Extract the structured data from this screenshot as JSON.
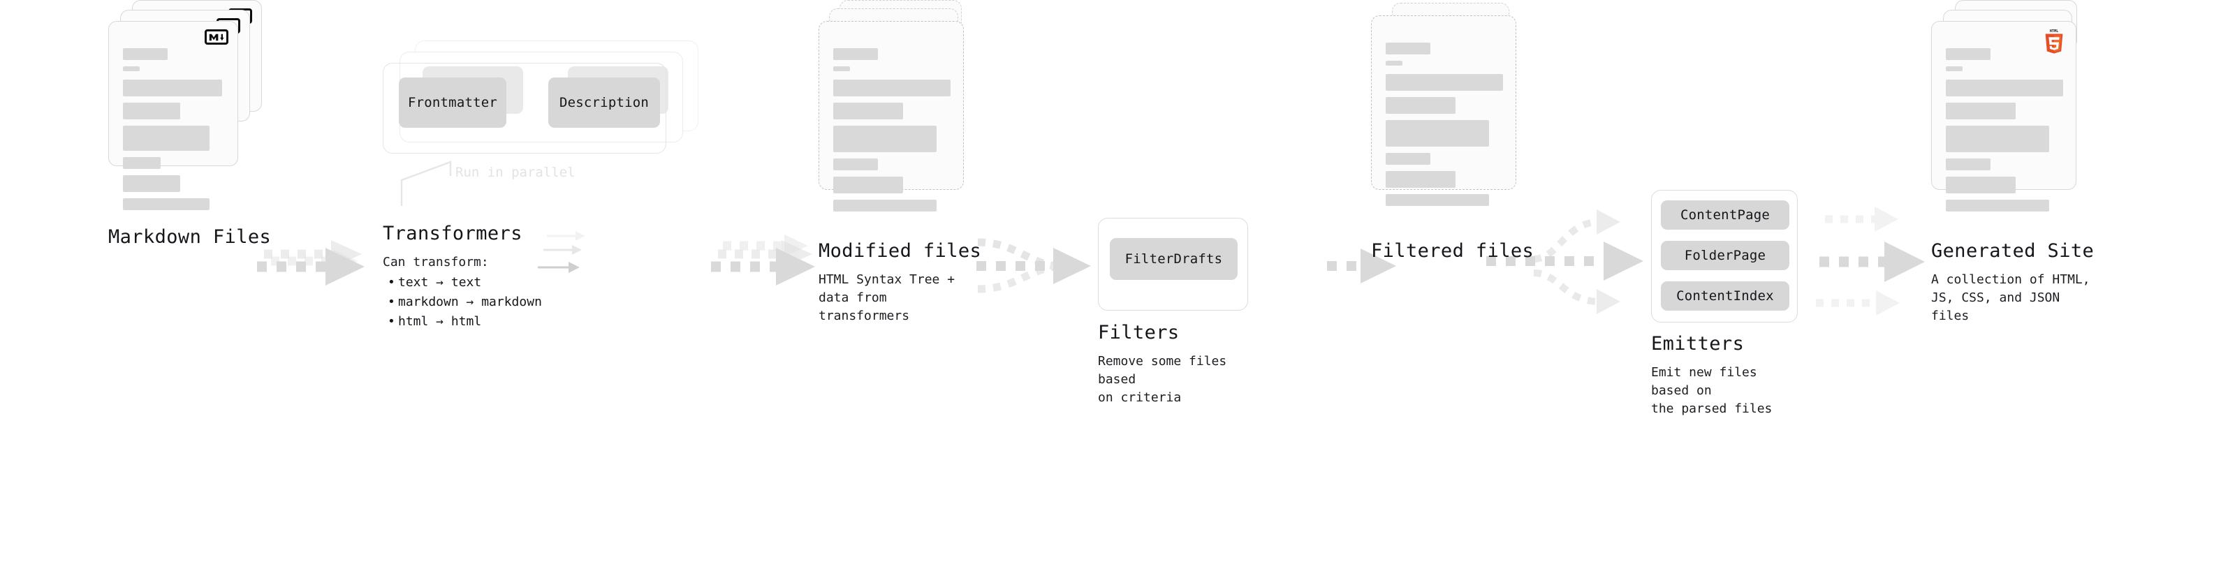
{
  "diagram": {
    "type": "pipeline-flow",
    "background": "#ffffff",
    "accent_gray": "#d7d7d7",
    "stages": [
      {
        "id": "markdown-files",
        "title": "Markdown Files",
        "subtitle": "",
        "kind": "document-stack",
        "badge": "markdown-icon",
        "badge_label": "M↓"
      },
      {
        "id": "transformers",
        "title": "Transformers",
        "subtitle": "Can transform:",
        "kind": "process-stack",
        "annotation": "Run in parallel",
        "chips": [
          "Frontmatter",
          "Description"
        ],
        "bullets": [
          "text → text",
          "markdown → markdown",
          "html → html"
        ]
      },
      {
        "id": "modified-files",
        "title": "Modified files",
        "subtitle": "HTML Syntax Tree +\ndata from transformers",
        "kind": "document-stack-dashed"
      },
      {
        "id": "filters",
        "title": "Filters",
        "subtitle": "Remove some files based\non criteria",
        "kind": "process-box",
        "chips": [
          "FilterDrafts"
        ]
      },
      {
        "id": "filtered-files",
        "title": "Filtered files",
        "subtitle": "",
        "kind": "document-stack-dashed"
      },
      {
        "id": "emitters",
        "title": "Emitters",
        "subtitle": "Emit new files based on\nthe parsed files",
        "kind": "process-box",
        "chips": [
          "ContentPage",
          "FolderPage",
          "ContentIndex"
        ]
      },
      {
        "id": "generated-site",
        "title": "Generated Site",
        "subtitle": "A collection of HTML,\nJS, CSS, and JSON files",
        "kind": "document-stack",
        "badge": "html5-icon",
        "badge_label": "HTML",
        "badge_colors": {
          "html5": "#e44d26",
          "css3": "#264de4",
          "js": "#f7df1e"
        }
      }
    ],
    "connectors": [
      {
        "from": "markdown-files",
        "to": "transformers",
        "style": "triple-parallel-dashed-arrow"
      },
      {
        "from": "transformers",
        "to": "modified-files",
        "style": "triple-parallel-dashed-arrow"
      },
      {
        "from": "modified-files",
        "to": "filters",
        "style": "merge-dashed-arrow"
      },
      {
        "from": "filters",
        "to": "filtered-files",
        "style": "single-dashed-arrow"
      },
      {
        "from": "filtered-files",
        "to": "emitters",
        "style": "split-dashed-arrow"
      },
      {
        "from": "emitters",
        "to": "generated-site",
        "style": "triple-parallel-dashed-arrow"
      }
    ]
  }
}
